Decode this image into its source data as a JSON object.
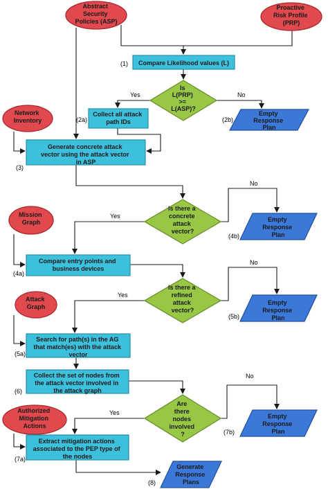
{
  "colors": {
    "oval_fill": "#e04a4f",
    "oval_stroke": "#a8282d",
    "process_fill": "#3cc0dc",
    "process_stroke": "#2a8ea8",
    "decision_fill": "#98c745",
    "decision_stroke": "#6a8f2a",
    "output_fill": "#3b78d8",
    "output_stroke": "#204f9c",
    "line": "#1a1a1a"
  },
  "inputs": {
    "asp": [
      "Abstract",
      "Security",
      "Policies (ASP)"
    ],
    "prp": [
      "Proactive",
      "Risk Profile",
      "(PRP)"
    ],
    "network_inventory": [
      "Network",
      "Inventory"
    ],
    "mission_graph": [
      "Mission",
      "Graph"
    ],
    "attack_graph": [
      "Attack",
      "Graph"
    ],
    "authorized_mitigation": [
      "Authorized",
      "Mitigation",
      "Actions"
    ]
  },
  "steps": {
    "s1": {
      "label": "(1)",
      "text": [
        "Compare Likelihood values (L)"
      ]
    },
    "s2a": {
      "label": "(2a)",
      "text": [
        "Collect all attack",
        "path IDs"
      ]
    },
    "s2b": {
      "label": "(2b)",
      "text": [
        "Empty",
        "Response",
        "Plan"
      ]
    },
    "s3": {
      "label": "(3)",
      "text": [
        "Generate concrete attack",
        "vector using the attack vector",
        "in ASP"
      ]
    },
    "s4a": {
      "label": "(4a)",
      "text": [
        "Compare entry points and",
        "business devices"
      ]
    },
    "s4b": {
      "label": "(4b)",
      "text": [
        "Empty",
        "Response",
        "Plan"
      ]
    },
    "s5a": {
      "label": "(5a)",
      "text": [
        "Search for path(s) in the AG",
        "that match(es) with the attack",
        "vector"
      ]
    },
    "s5b": {
      "label": "(5b)",
      "text": [
        "Empty",
        "Response",
        "Plan"
      ]
    },
    "s6": {
      "label": "(6)",
      "text": [
        "Collect the set of nodes from",
        "the attack vector involved in",
        "the attack graph"
      ]
    },
    "s7a": {
      "label": "(7a)",
      "text": [
        "Extract mitigation actions",
        "associated to the PEP type of",
        "the nodes"
      ]
    },
    "s7b": {
      "label": "(7b)",
      "text": [
        "Empty",
        "Response",
        "Plan"
      ]
    },
    "s8": {
      "label": "(8)",
      "text": [
        "Generate",
        "Response",
        "Plans"
      ]
    }
  },
  "decisions": {
    "d1": [
      "Is",
      "L(PRP)",
      ">=",
      "L(ASP)?"
    ],
    "d2": [
      "Is there a",
      "concrete",
      "attack",
      "vector?"
    ],
    "d3": [
      "Is there a",
      "refined",
      "attack",
      "vector?"
    ],
    "d4": [
      "Are",
      "there",
      "nodes",
      "involved",
      "?"
    ]
  },
  "branch_labels": {
    "yes": "Yes",
    "no": "No"
  }
}
